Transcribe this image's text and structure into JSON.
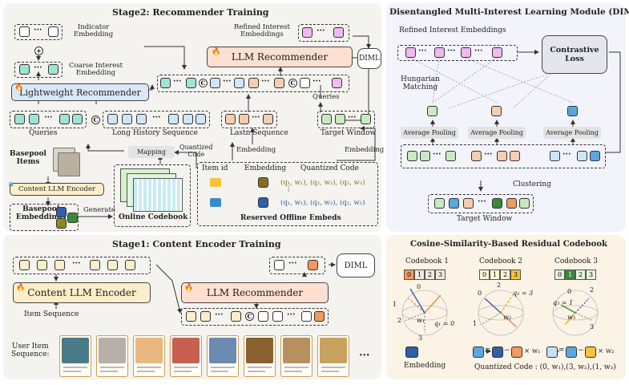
{
  "stage2": {
    "title": "Stage2: Recommender Training",
    "indicator_embedding": "Indicator\nEmbedding",
    "refined_interest_embeddings": "Refined Interest\nEmbeddings",
    "coarse_interest_embedding": "Coarse Interest\nEmbedding",
    "llm_recommender": "LLM Recommender",
    "diml": "DIML",
    "lightweight_recommender": "Lightweight Recommender",
    "queries": "Queries",
    "long_history": "Long History Sequence",
    "lastn": "Lastn Sequence",
    "target_window": "Target Window",
    "basepool_items": "Basepool\nItems",
    "content_llm_encoder": "Content LLM Encoder",
    "basepool_embeddings": "Basepool\nEmbeddings",
    "generate": "Generate",
    "mapping": "Mapping",
    "quantized_code": "Quantized\nCode",
    "embedding": "Embedding",
    "online_codebook": "Online Codebook",
    "offline_cols": [
      "Item id",
      "Embedding",
      "Quantized Code"
    ],
    "offline_row1": "(q₁, w₁), (q₂, w₂), (q₃, w₃)",
    "offline_row2": "(q₁, w₁), (q₂, w₂), (q₂, w₂)",
    "offline_dots": "⋮",
    "reserved_offline": "Reserved Offline Embeds",
    "queries2": "Queries",
    "concat": "C",
    "plus": "+"
  },
  "diml": {
    "title": "Disentangled Multi-Interest Learning Module (DIML)",
    "refined": "Refined Interest Embeddings",
    "contrastive": "Contrastive\nLoss",
    "hungarian": "Hungarian\nMatching",
    "avg_pool": "Average Pooling",
    "clustering": "Clustering",
    "target_window": "Target Window"
  },
  "stage1": {
    "title": "Stage1: Content Encoder Training",
    "diml": "DIML",
    "content_llm_encoder": "Content LLM Encoder",
    "llm_recommender": "LLM Recommender",
    "item_sequence": "Item Sequence",
    "user_item_sequence": "User Item\nSequence:",
    "concat": "C"
  },
  "codebook": {
    "title": "Cosine-Similarity-Based Residual Codebook",
    "cb1": "Codebook 1",
    "cb2": "Codebook 2",
    "cb3": "Codebook 3",
    "cb1_cells": [
      "0",
      "1",
      "2",
      "3"
    ],
    "cb2_cells": [
      "0",
      "1",
      "2",
      "3"
    ],
    "cb3_cells": [
      "0",
      "1",
      "2",
      "3"
    ],
    "embedding": "Embedding",
    "quantized_code": "Quantized Code : (0, w₁),(3, w₂),(1, w₃)",
    "x_w1": "× w₁",
    "x_w2": "× w₂",
    "q1": "q₁ = 0",
    "q2": "q₂ = 3",
    "q3": "q₃ = 1",
    "w1": "w₁",
    "w2": "w₂",
    "w3": "w₃",
    "n1_0": "0",
    "n1_1": "1",
    "n1_2": "2",
    "n1_3": "3",
    "n2_0": "0",
    "n2_1": "1",
    "n2_2": "2",
    "n3_0": "0",
    "n3_2": "2",
    "n3_3": "3"
  },
  "colors": {
    "teal": "#9fe3d6",
    "pink": "#f2b8f0",
    "peach": "#f7cdb0",
    "lightblue": "#cfe6f7",
    "blue": "#5aa7e0",
    "green": "#c9e9c0",
    "orange": "#f29a5a",
    "yellow": "#f5c43a",
    "darkblue": "#2f5fa8",
    "gold": "#c89a1e"
  }
}
